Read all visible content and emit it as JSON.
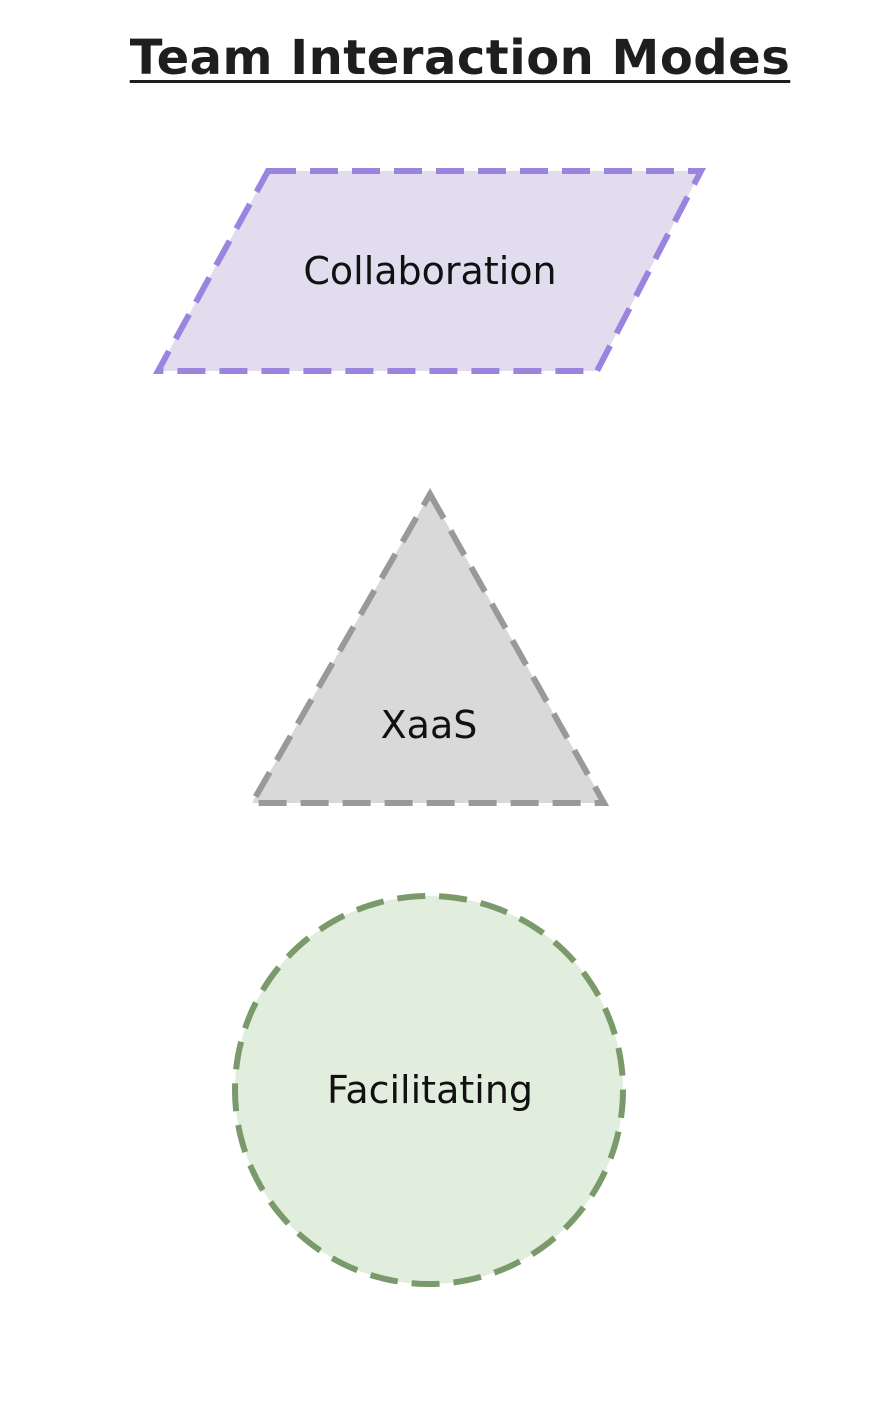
{
  "title": "Team Interaction Modes",
  "nodes": [
    {
      "id": "collaboration",
      "label": "Collaboration",
      "shape": "parallelogram",
      "fill": "#e1ddee",
      "stroke": "#9b83e0"
    },
    {
      "id": "xaas",
      "label": "XaaS",
      "shape": "triangle",
      "fill": "#d9d9d9",
      "stroke": "#999999"
    },
    {
      "id": "facilitating",
      "label": "Facilitating",
      "shape": "circle",
      "fill": "#e2eedd",
      "stroke": "#7a9a6b"
    }
  ]
}
